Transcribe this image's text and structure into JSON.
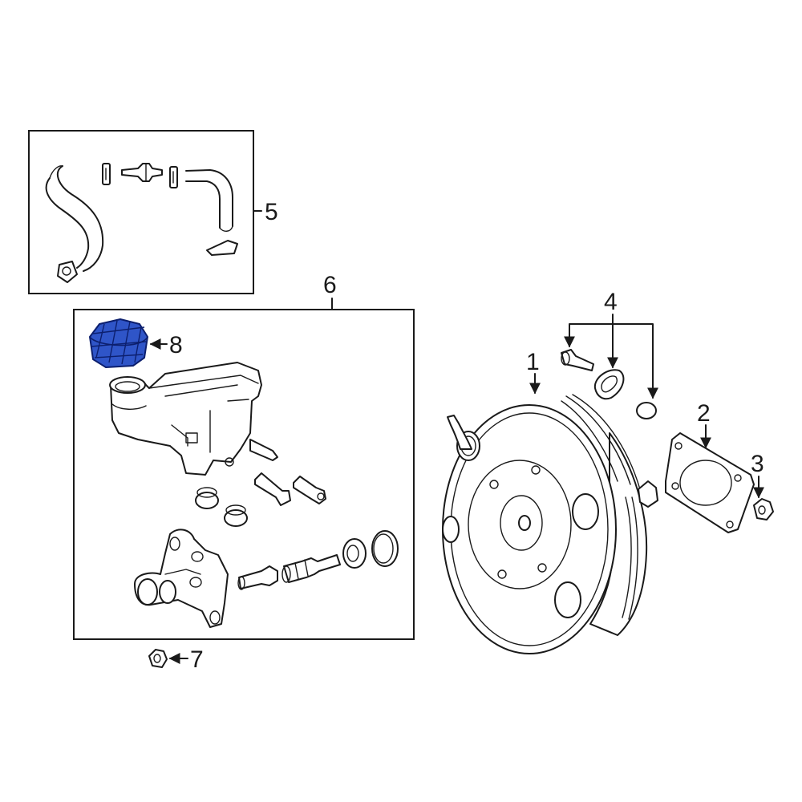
{
  "colors": {
    "highlight_fill": "#2f55c8",
    "highlight_stroke": "#0c1f6e",
    "ink": "#1a1a1a"
  },
  "callouts": {
    "c1": "1",
    "c2": "2",
    "c3": "3",
    "c4": "4",
    "c5": "5",
    "c6": "6",
    "c7": "7",
    "c8": "8"
  },
  "highlighted_part": "8"
}
